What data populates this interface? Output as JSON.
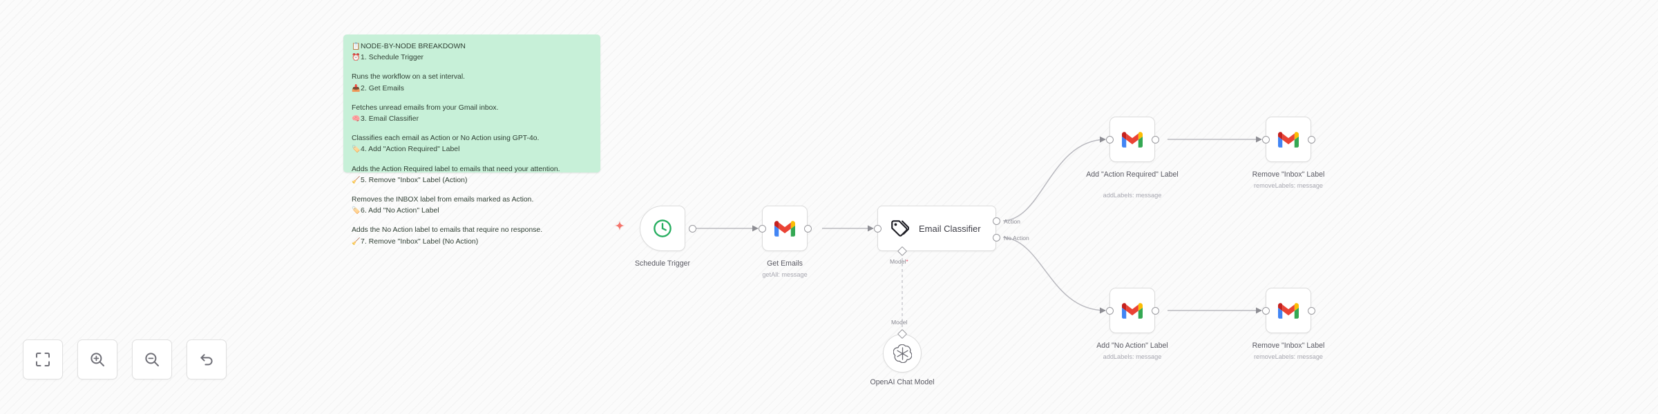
{
  "canvas": {
    "background_color": "#fbfbfb",
    "accent_green": "#27ae60",
    "sticky_color": "#c7f0d8",
    "sparkle_color": "#f4736a"
  },
  "sticky_note": {
    "heading_emoji": "📋",
    "heading": "NODE-BY-NODE BREAKDOWN",
    "entries": [
      {
        "emoji": "⏰",
        "title": "1. Schedule Trigger",
        "description": "Runs the workflow on a set interval."
      },
      {
        "emoji": "📥",
        "title": "2. Get Emails",
        "description": "Fetches unread emails from your Gmail inbox."
      },
      {
        "emoji": "🧠",
        "title": "3. Email Classifier",
        "description": "Classifies each email as Action or No Action using GPT-4o."
      },
      {
        "emoji": "🏷️",
        "title": "4. Add \"Action Required\" Label",
        "description": "Adds the Action Required label to emails that need your attention."
      },
      {
        "emoji": "🧹",
        "title": "5. Remove \"Inbox\" Label (Action)",
        "description": "Removes the INBOX label from emails marked as Action."
      },
      {
        "emoji": "🏷️",
        "title": "6. Add \"No Action\" Label",
        "description": "Adds the No Action label to emails that require no response."
      },
      {
        "emoji": "🧹",
        "title": "7. Remove \"Inbox\" Label (No Action)",
        "description": ""
      }
    ]
  },
  "nodes": {
    "schedule_trigger": {
      "label": "Schedule Trigger",
      "subtitle": "",
      "icon": "clock-icon"
    },
    "get_emails": {
      "label": "Get Emails",
      "subtitle": "getAll: message",
      "icon": "gmail-icon"
    },
    "email_classifier": {
      "label": "Email Classifier",
      "icon": "tag-icon",
      "outputs": [
        "Action",
        "No Action"
      ],
      "model_port_label": "Model",
      "model_port_required": "*"
    },
    "add_action_required_label": {
      "label": "Add \"Action Required\" Label",
      "subtitle": "addLabels: message",
      "icon": "gmail-icon"
    },
    "remove_inbox_label_action": {
      "label": "Remove \"Inbox\" Label",
      "subtitle": "removeLabels: message",
      "icon": "gmail-icon"
    },
    "add_no_action_label": {
      "label": "Add \"No Action\" Label",
      "subtitle": "addLabels: message",
      "icon": "gmail-icon"
    },
    "remove_inbox_label_no_action": {
      "label": "Remove \"Inbox\" Label",
      "subtitle": "removeLabels: message",
      "icon": "gmail-icon"
    },
    "openai_chat_model": {
      "label": "OpenAI Chat Model",
      "connector_label": "Model",
      "icon": "openai-icon"
    }
  },
  "toolbar": {
    "buttons": [
      {
        "name": "fit-to-view-button",
        "icon": "fit-view-icon"
      },
      {
        "name": "zoom-in-button",
        "icon": "zoom-in-icon"
      },
      {
        "name": "zoom-out-button",
        "icon": "zoom-out-icon"
      },
      {
        "name": "reset-zoom-button",
        "icon": "undo-arrow-icon"
      }
    ]
  }
}
